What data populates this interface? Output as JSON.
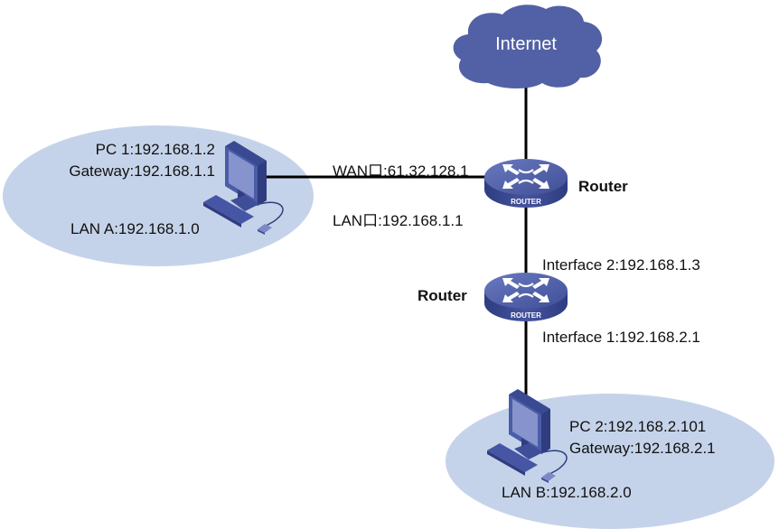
{
  "diagram": {
    "internet": {
      "label": "Internet",
      "icon": "cloud-icon"
    },
    "router_top": {
      "name": "Router",
      "badge": "ROUTER",
      "wan_label": "WAN口:61.32.128.1",
      "lan_label": "LAN口:192.168.1.1",
      "icon": "router-icon"
    },
    "router_bottom": {
      "name": "Router",
      "badge": "ROUTER",
      "interface2_label": "Interface 2:192.168.1.3",
      "interface1_label": "Interface 1:192.168.2.1",
      "icon": "router-icon"
    },
    "lan_a": {
      "network_label": "LAN A:192.168.1.0",
      "pc_label": "PC 1:192.168.1.2",
      "gateway_label": "Gateway:192.168.1.1",
      "icon": "desktop-pc-icon"
    },
    "lan_b": {
      "network_label": "LAN B:192.168.2.0",
      "pc_label": "PC 2:192.168.2.101",
      "gateway_label": "Gateway:192.168.2.1",
      "icon": "desktop-pc-icon"
    },
    "colors": {
      "device_blue": "#4F5FA6",
      "lan_fill": "#C5D3EA",
      "link": "#000000",
      "text": "#111111"
    }
  }
}
